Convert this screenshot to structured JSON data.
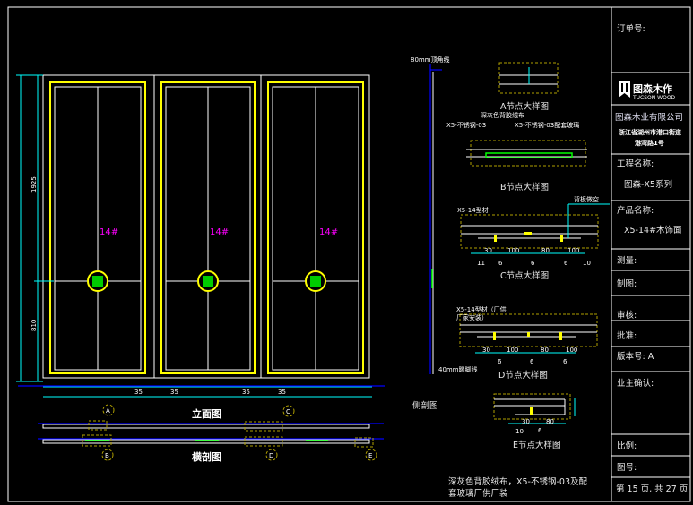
{
  "drawing": {
    "elevation": {
      "title": "立面图",
      "panel_label": "14#",
      "dims_left": [
        "1925",
        "810"
      ],
      "dims_bottom": [
        "35",
        "35",
        "35",
        "35"
      ]
    },
    "section": {
      "title": "横剖图",
      "callouts": [
        "A",
        "B",
        "C",
        "D",
        "E"
      ]
    },
    "side": {
      "title": "侧剖图",
      "top_label": "80mm顶角线",
      "bottom_label": "40mm踢脚线"
    },
    "details": {
      "a": {
        "title": "A节点大样图"
      },
      "b": {
        "title": "B节点大样图",
        "notes": [
          "深灰色背胶绒布",
          "X5-不锈钢-03",
          "X5-不锈钢-03配套玻璃"
        ]
      },
      "c": {
        "title": "C节点大样图",
        "notes": [
          "X5-14型材",
          "背板做空"
        ],
        "dims": [
          "30",
          "100",
          "80",
          "100",
          "11",
          "6",
          "6",
          "6",
          "10"
        ]
      },
      "d": {
        "title": "D节点大样图",
        "notes": [
          "X5-14型材（厂供",
          "厂家安装）"
        ],
        "dims": [
          "30",
          "100",
          "80",
          "100",
          "6",
          "6",
          "6"
        ]
      },
      "e": {
        "title": "E节点大样图",
        "dims": [
          "30",
          "80",
          "10",
          "6"
        ]
      }
    },
    "footnote": [
      "深灰色背胶绒布，X5-不锈钢-03及配",
      "套玻璃厂供厂装"
    ]
  },
  "title_block": {
    "order_no": "订单号:",
    "logo_cn": "图森木作",
    "logo_en": "TUCSON WOOD",
    "company": "图森木业有限公司",
    "address": [
      "浙江省湖州市港口街道",
      "港湾路1号"
    ],
    "project_label": "工程名称:",
    "project_value": "图森-X5系列",
    "product_label": "产品名称:",
    "product_value": "X5-14#木饰面",
    "survey": "测量:",
    "drafting": "制图:",
    "review": "审核:",
    "approve": "批准:",
    "version": "版本号: A",
    "owner_confirm": "业主确认:",
    "scale": "比例:",
    "drawing_no": "图号:",
    "page": "第 15 页, 共 27 页"
  },
  "colors": {
    "background": "#000000",
    "line": "#ffffff",
    "frame": "#ffff00",
    "dimension": "#00ffff",
    "label": "#ff00ff"
  }
}
